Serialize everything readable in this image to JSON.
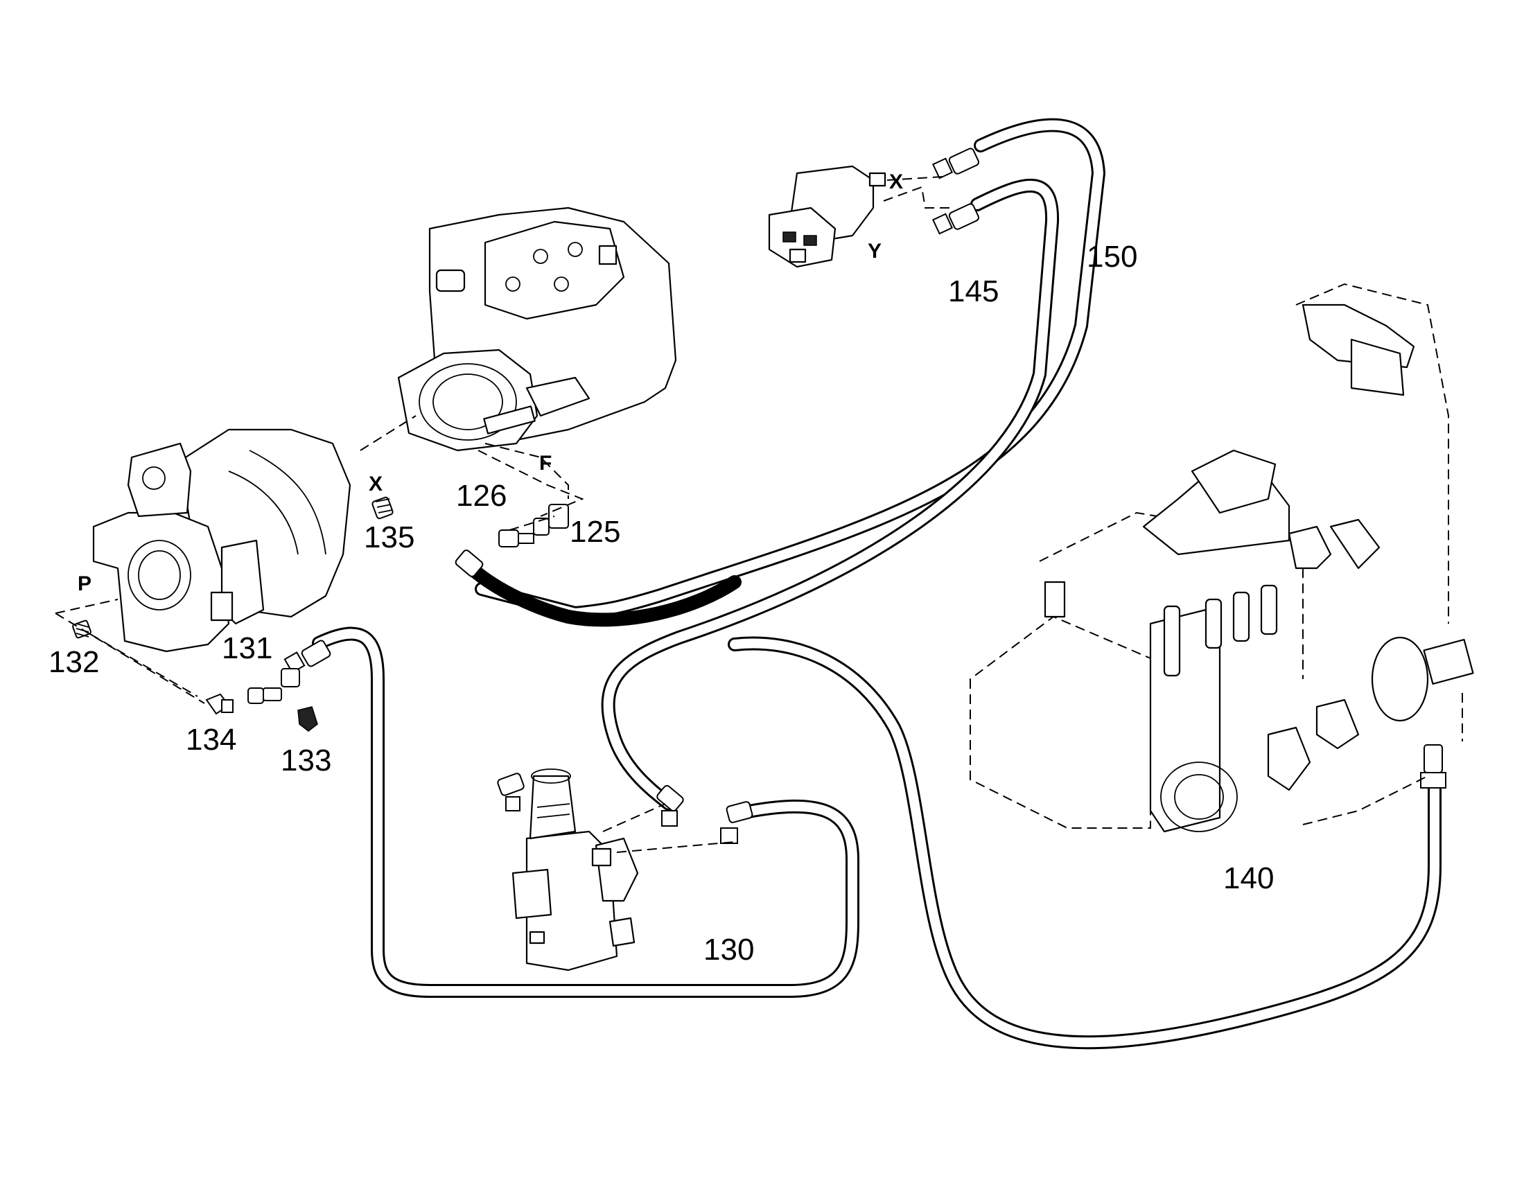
{
  "callouts": {
    "c125": "125",
    "c126": "126",
    "c130": "130",
    "c131": "131",
    "c132": "132",
    "c133": "133",
    "c134": "134",
    "c135": "135",
    "c140": "140",
    "c145": "145",
    "c150": "150"
  },
  "ports": {
    "x_pump": "X",
    "x_valve": "X",
    "y_valve": "Y",
    "f_pump": "F",
    "p_motor": "P"
  }
}
